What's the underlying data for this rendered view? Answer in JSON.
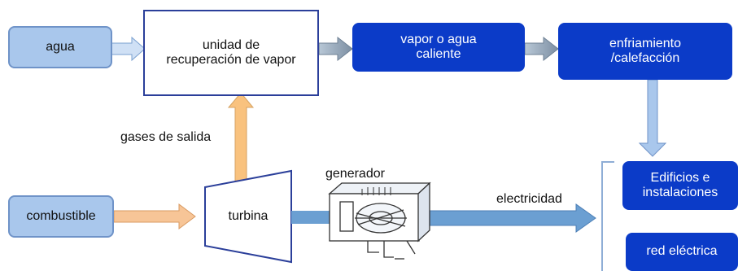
{
  "nodes": {
    "agua": "agua",
    "recuperacion": "unidad de\nrecuperación de vapor",
    "vapor": "vapor o agua\ncaliente",
    "enfriamiento": "enfriamiento\n/calefacción",
    "combustible": "combustible",
    "turbina": "turbina",
    "edificios": "Edificios e\ninstalaciones",
    "red": "red eléctrica"
  },
  "labels": {
    "gases": "gases de salida",
    "generador": "generador",
    "electricidad": "electricidad"
  },
  "colors": {
    "light_box": "#a9c7ec",
    "dark_box": "#0b3bc8",
    "orange_arrow": "#f6c08a",
    "blue_arrow": "#6b9fd2",
    "gray_arrow": "#8a9aaa"
  }
}
